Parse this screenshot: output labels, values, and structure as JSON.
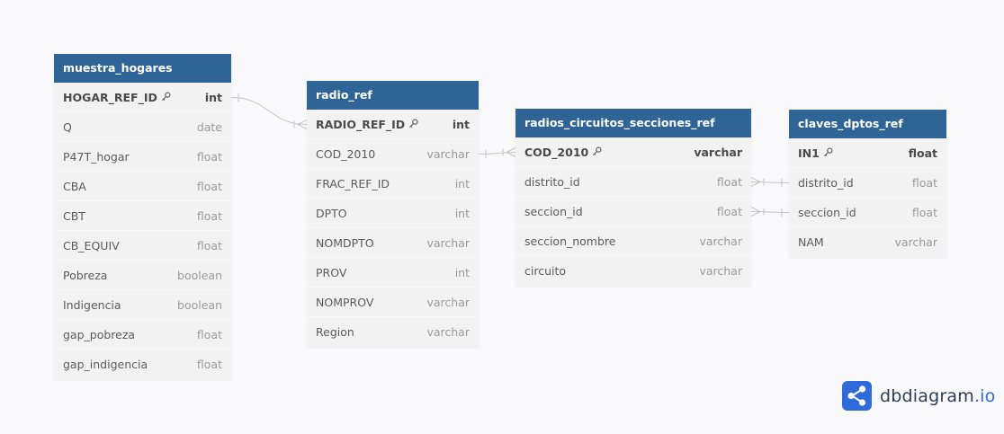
{
  "colors": {
    "header": "#2f6496",
    "background": "#f9f9fb",
    "line": "#c3c3c3",
    "brand": "#2f6bd8"
  },
  "tables": [
    {
      "name": "muestra_hogares",
      "columns": [
        {
          "name": "HOGAR_REF_ID",
          "type": "int",
          "pk": true
        },
        {
          "name": "Q",
          "type": "date",
          "pk": false
        },
        {
          "name": "P47T_hogar",
          "type": "float",
          "pk": false
        },
        {
          "name": "CBA",
          "type": "float",
          "pk": false
        },
        {
          "name": "CBT",
          "type": "float",
          "pk": false
        },
        {
          "name": "CB_EQUIV",
          "type": "float",
          "pk": false
        },
        {
          "name": "Pobreza",
          "type": "boolean",
          "pk": false
        },
        {
          "name": "Indigencia",
          "type": "boolean",
          "pk": false
        },
        {
          "name": "gap_pobreza",
          "type": "float",
          "pk": false
        },
        {
          "name": "gap_indigencia",
          "type": "float",
          "pk": false
        }
      ]
    },
    {
      "name": "radio_ref",
      "columns": [
        {
          "name": "RADIO_REF_ID",
          "type": "int",
          "pk": true
        },
        {
          "name": "COD_2010",
          "type": "varchar",
          "pk": false
        },
        {
          "name": "FRAC_REF_ID",
          "type": "int",
          "pk": false
        },
        {
          "name": "DPTO",
          "type": "int",
          "pk": false
        },
        {
          "name": "NOMDPTO",
          "type": "varchar",
          "pk": false
        },
        {
          "name": "PROV",
          "type": "int",
          "pk": false
        },
        {
          "name": "NOMPROV",
          "type": "varchar",
          "pk": false
        },
        {
          "name": "Region",
          "type": "varchar",
          "pk": false
        }
      ]
    },
    {
      "name": "radios_circuitos_secciones_ref",
      "columns": [
        {
          "name": "COD_2010",
          "type": "varchar",
          "pk": true
        },
        {
          "name": "distrito_id",
          "type": "float",
          "pk": false
        },
        {
          "name": "seccion_id",
          "type": "float",
          "pk": false
        },
        {
          "name": "seccion_nombre",
          "type": "varchar",
          "pk": false
        },
        {
          "name": "circuito",
          "type": "varchar",
          "pk": false
        }
      ]
    },
    {
      "name": "claves_dptos_ref",
      "columns": [
        {
          "name": "IN1",
          "type": "float",
          "pk": true
        },
        {
          "name": "distrito_id",
          "type": "float",
          "pk": false
        },
        {
          "name": "seccion_id",
          "type": "float",
          "pk": false
        },
        {
          "name": "NAM",
          "type": "varchar",
          "pk": false
        }
      ]
    }
  ],
  "relations": [
    {
      "from": "muestra_hogares.HOGAR_REF_ID",
      "to": "radio_ref.RADIO_REF_ID",
      "from_card": "one",
      "to_card": "many"
    },
    {
      "from": "radio_ref.COD_2010",
      "to": "radios_circuitos_secciones_ref.COD_2010",
      "from_card": "one",
      "to_card": "many"
    },
    {
      "from": "radios_circuitos_secciones_ref.distrito_id",
      "to": "claves_dptos_ref.distrito_id",
      "from_card": "many",
      "to_card": "one"
    },
    {
      "from": "radios_circuitos_secciones_ref.seccion_id",
      "to": "claves_dptos_ref.seccion_id",
      "from_card": "many",
      "to_card": "one"
    }
  ],
  "brand": {
    "name": "dbdiagram",
    "suffix": ".io",
    "icon": "share-network-icon"
  }
}
